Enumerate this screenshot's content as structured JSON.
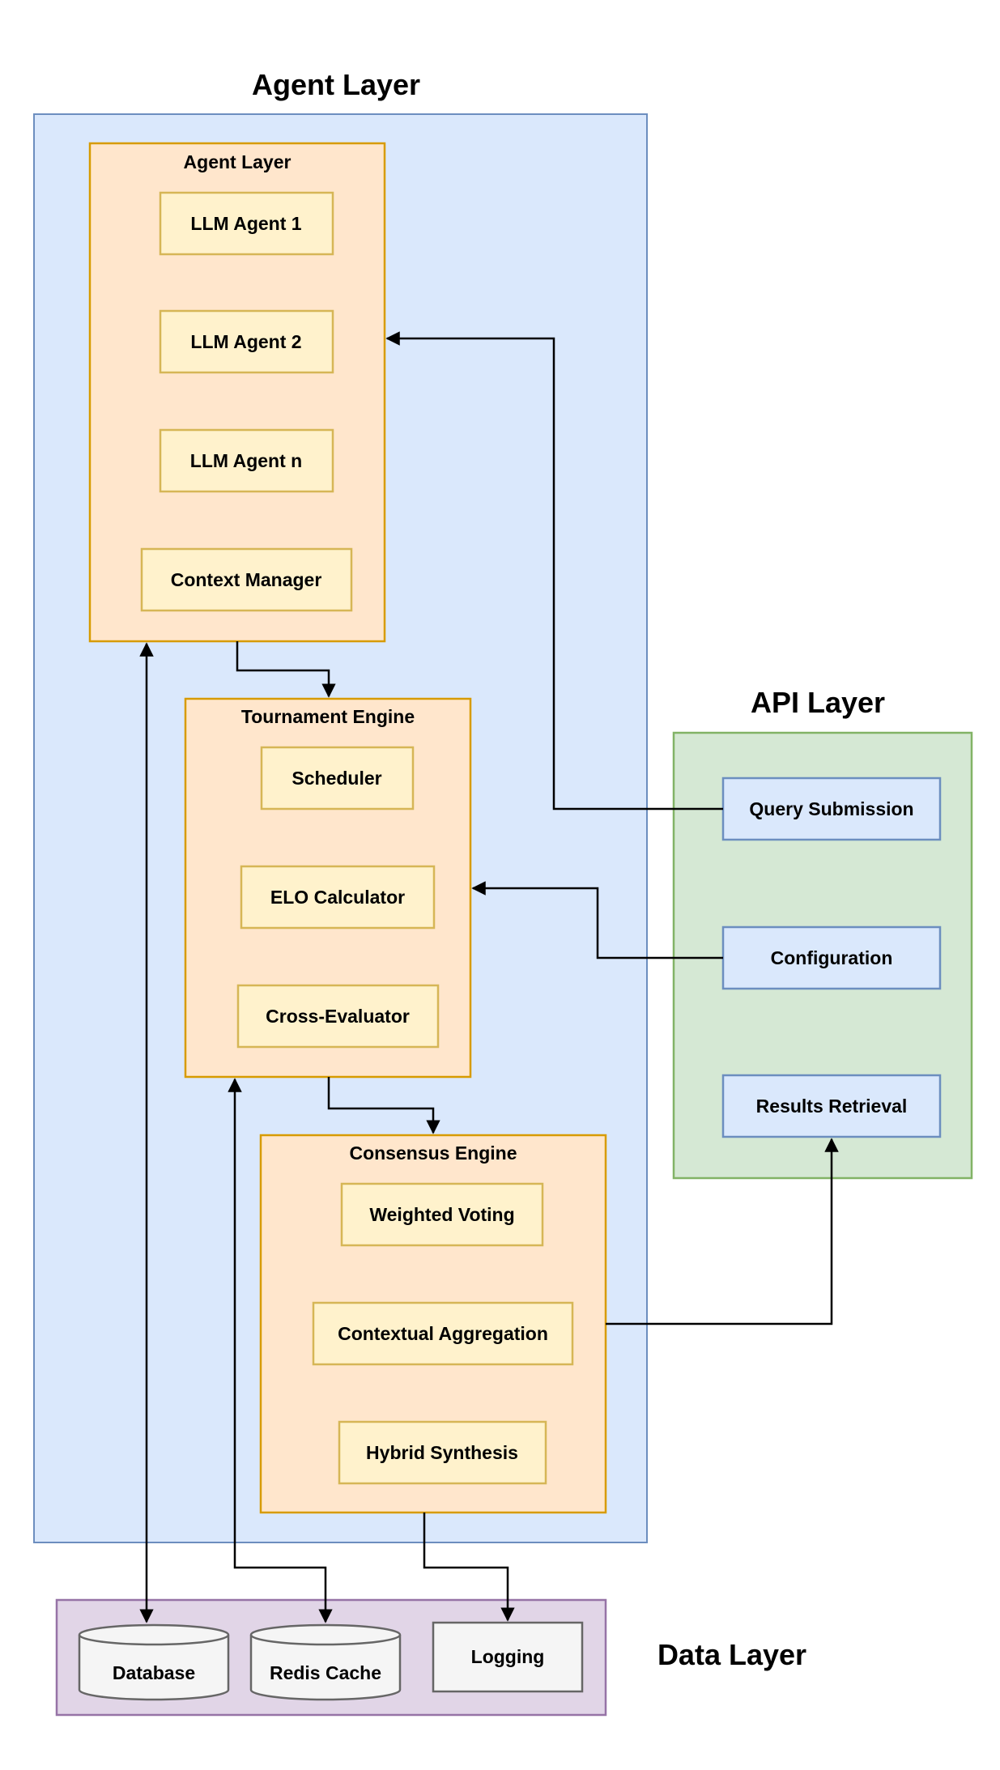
{
  "titles": {
    "agent_layer": "Agent Layer",
    "api_layer": "API Layer",
    "data_layer": "Data Layer"
  },
  "agent_module": {
    "title": "Agent Layer",
    "items": [
      "LLM Agent 1",
      "LLM Agent 2",
      "LLM Agent n",
      "Context Manager"
    ]
  },
  "tournament_engine": {
    "title": "Tournament Engine",
    "items": [
      "Scheduler",
      "ELO Calculator",
      "Cross-Evaluator"
    ]
  },
  "consensus_engine": {
    "title": "Consensus Engine",
    "items": [
      "Weighted Voting",
      "Contextual Aggregation",
      "Hybrid Synthesis"
    ]
  },
  "api": {
    "items": [
      "Query Submission",
      "Configuration",
      "Results Retrieval"
    ]
  },
  "data": {
    "database": "Database",
    "redis": "Redis Cache",
    "logging": "Logging"
  },
  "colors": {
    "agent_layer_fill": "#dae8fc",
    "agent_layer_stroke": "#6c8ebf",
    "module_fill": "#ffe6cc",
    "module_stroke": "#d79b00",
    "item_fill": "#fff2cc",
    "item_stroke": "#d6b656",
    "api_layer_fill": "#d5e8d4",
    "api_layer_stroke": "#82b366",
    "api_item_fill": "#dae8fc",
    "api_item_stroke": "#6c8ebf",
    "data_layer_fill": "#e1d5e7",
    "data_layer_stroke": "#9673a6",
    "data_item_fill": "#f5f5f5",
    "data_item_stroke": "#666666",
    "connector": "#000000"
  }
}
